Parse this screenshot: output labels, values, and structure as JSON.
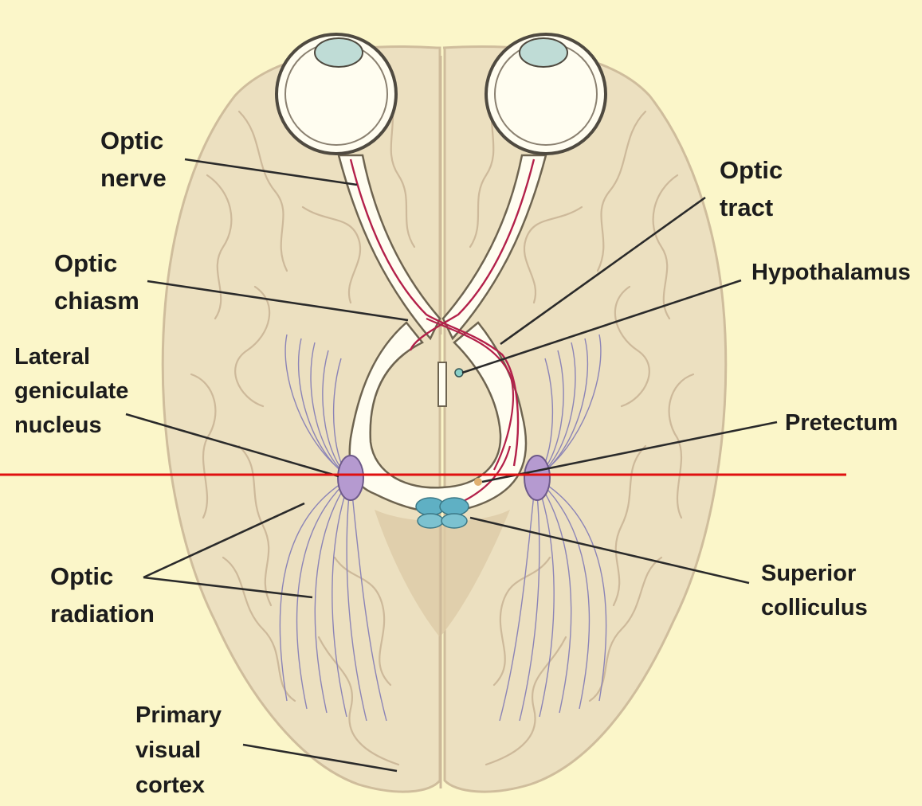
{
  "labels": {
    "optic_nerve": [
      "Optic",
      "nerve"
    ],
    "optic_tract": [
      "Optic",
      "tract"
    ],
    "optic_chiasm": [
      "Optic",
      "chiasm"
    ],
    "hypothalamus": "Hypothalamus",
    "lateral_geniculate_nucleus": [
      "Lateral",
      "geniculate",
      "nucleus"
    ],
    "pretectum": "Pretectum",
    "optic_radiation": [
      "Optic",
      "radiation"
    ],
    "superior_colliculus": [
      "Superior",
      "colliculus"
    ],
    "primary_visual_cortex": [
      "Primary",
      "visual",
      "cortex"
    ]
  },
  "colors": {
    "background": "#fbf6c9",
    "brain_tissue": "#ece0c0",
    "gyri_lines": "#cdb99a",
    "optic_pathway": "#fffdf0",
    "retinal_fibers": "#b3204a",
    "lateral_geniculate_nucleus": "#b59ad0",
    "optic_radiation_fibers": "#8c84b6",
    "superior_colliculus": "#5fb0c4",
    "marker_line": "#e01010"
  }
}
